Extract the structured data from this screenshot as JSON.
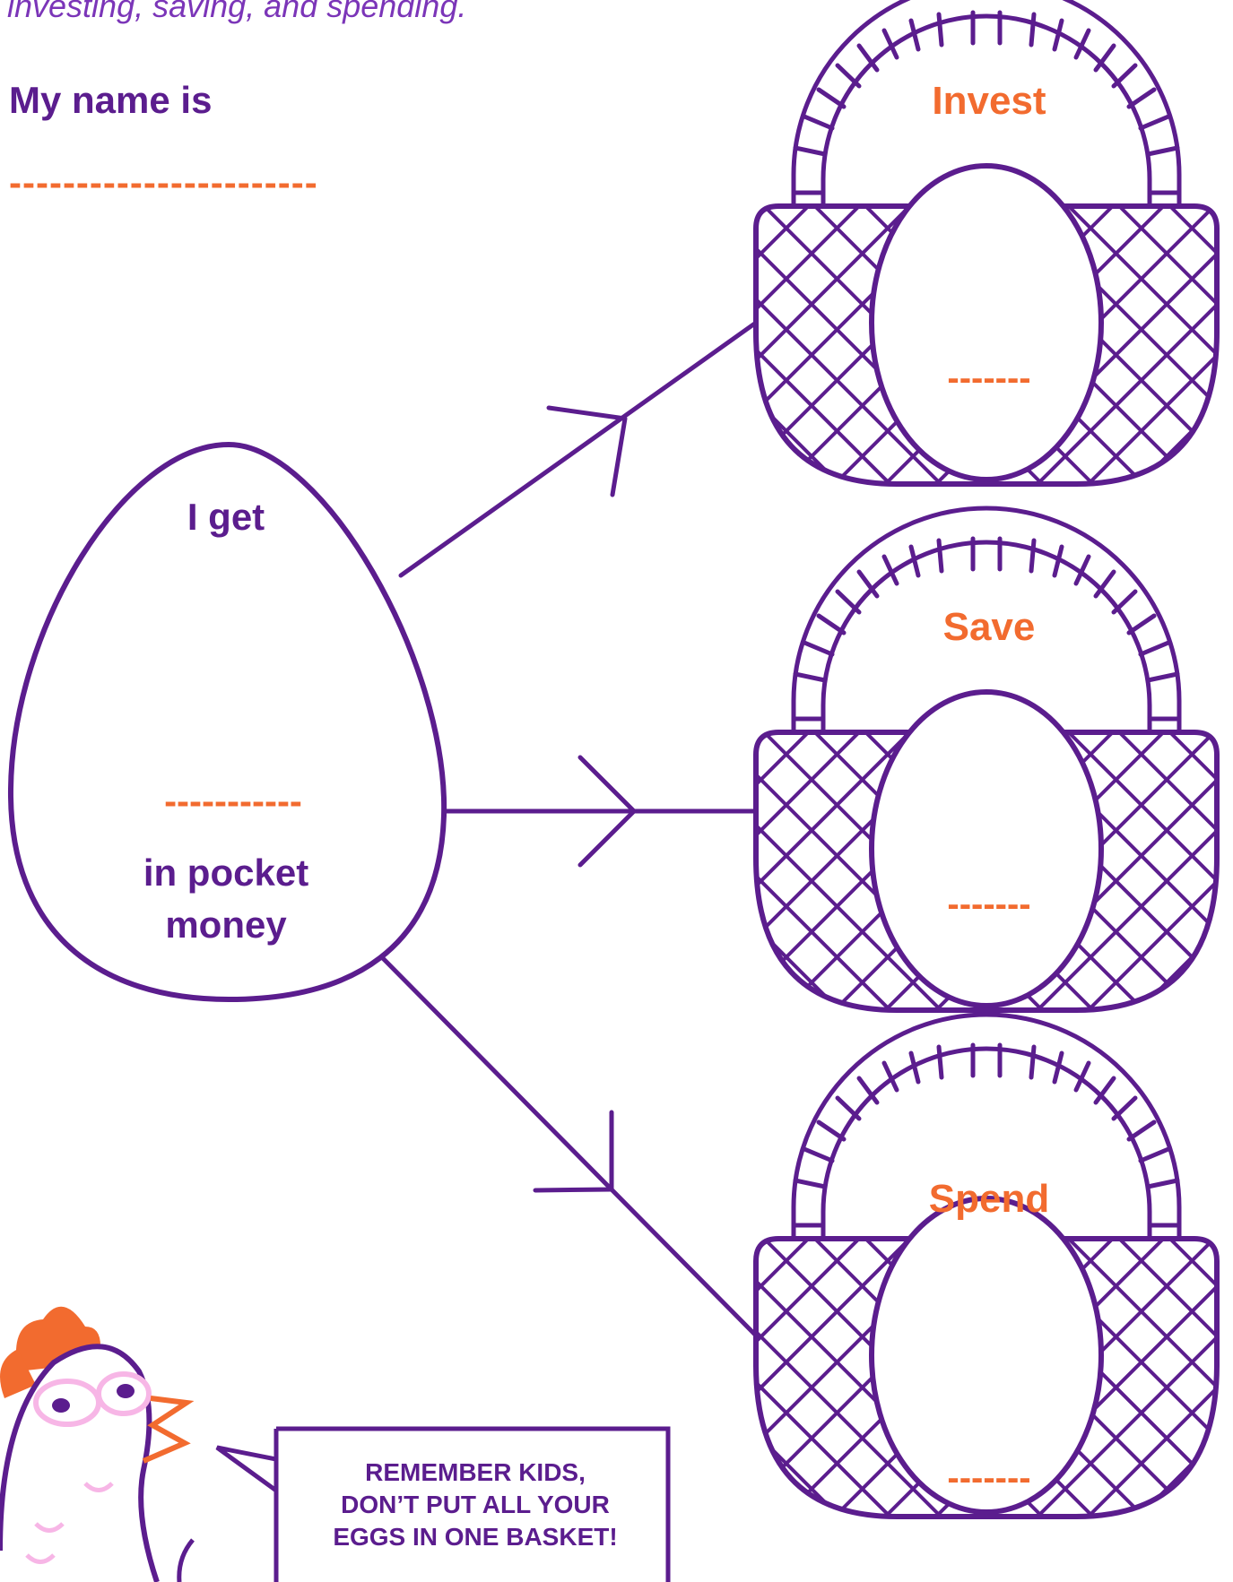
{
  "intro_text": "investing, saving, and spending.",
  "name_section": {
    "label": "My name is",
    "blank": "-----------------------"
  },
  "pocket_egg": {
    "top_text": "I get",
    "blank": "-----------",
    "bottom_line1": "in pocket",
    "bottom_line2": "money"
  },
  "baskets": [
    {
      "label": "Invest",
      "blank": "-------"
    },
    {
      "label": "Save",
      "blank": "-------"
    },
    {
      "label": "Spend",
      "blank": "-------"
    }
  ],
  "speech_bubble": {
    "line1": "REMEMBER KIDS,",
    "line2": "DON’T PUT ALL YOUR",
    "line3": "EGGS IN ONE BASKET!"
  },
  "colors": {
    "purple": "#5b1d8e",
    "orange": "#f26b2f",
    "pink": "#f7b6e6",
    "light_purple": "#7b35b8"
  },
  "icons": [
    "hen-icon",
    "arrow-icon",
    "basket-icon",
    "egg-icon"
  ]
}
